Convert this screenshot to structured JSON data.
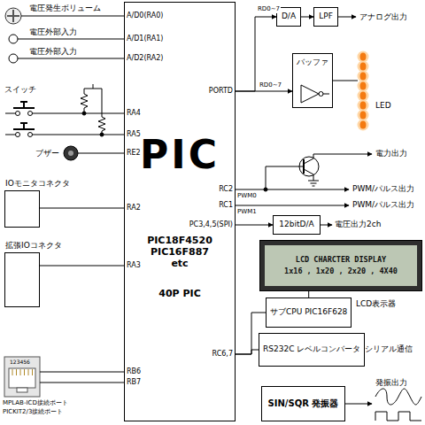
{
  "diagram": {
    "nodes": [
      {
        "text": [
          "PIC",
          "PIC18F4520 PIC16F887 etc",
          "40P PIC"
        ]
      },
      {
        "text": [
          "IOモニタコネクタ"
        ]
      },
      {
        "text": [
          "拡張IOコネクタ"
        ]
      },
      {
        "text": [
          "D/A"
        ]
      },
      {
        "text": [
          "LPF"
        ]
      },
      {
        "text": [
          "バッファ"
        ]
      },
      {
        "text": [
          "12bitD/A"
        ]
      },
      {
        "text": [
          "LCD CHARCTER DISPLAY",
          "1x16 , 1x20 , 2x20 , 4X40"
        ]
      },
      {
        "text": [
          "サブCPU PIC16F628"
        ]
      },
      {
        "text": [
          "RS232C レベルコンバータ"
        ]
      },
      {
        "text": [
          "SIN/SQR 発振器"
        ]
      }
    ],
    "edges": [
      {
        "from": 0,
        "to": 3,
        "arrow": "to",
        "label": "RD0~7"
      },
      {
        "from": 3,
        "to": 4,
        "arrow": "to"
      },
      {
        "from": 0,
        "to": 5,
        "arrow": "to",
        "label": "RD0~7"
      },
      {
        "from": 0,
        "to": 6,
        "arrow": "to"
      },
      {
        "from": 8,
        "to": 7,
        "arrow": "none"
      },
      {
        "from": 0,
        "to": 8,
        "arrow": "none"
      },
      {
        "from": 0,
        "to": 9,
        "arrow": "none"
      },
      {
        "from": 0,
        "to": 1,
        "arrow": "none"
      },
      {
        "from": 0,
        "to": 2,
        "arrow": "none"
      }
    ],
    "labels": [
      "電圧発生ボリューム",
      "電圧外部入力",
      "電圧外部入力",
      "スイッチ",
      "ブザー",
      "MPLAB-ICD接続ポート",
      "PICKIT2/3接続ポート",
      "123456",
      "A/D0(RA0)",
      "A/D1(RA1)",
      "A/D2(RA2)",
      "RA4",
      "RA5",
      "RE2",
      "RA2",
      "RA3",
      "RB6",
      "RB7",
      "PORTD",
      "RC2",
      "RC1",
      "PC3,4,5(SPI)",
      "RC6,7",
      "アナログ出力",
      "LED",
      "電力出力",
      "PWM0",
      "PWM1",
      "PWM/パルス出力",
      "PWM/パルス出力",
      "電圧出力2ch",
      "LCD表示器",
      "シリアル通信",
      "発振出力"
    ]
  }
}
